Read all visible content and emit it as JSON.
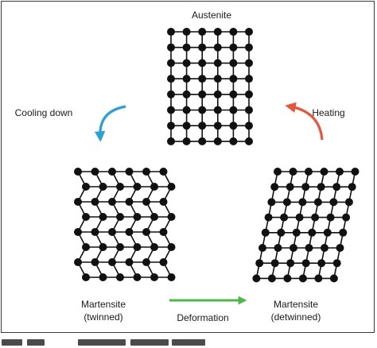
{
  "labels": {
    "austenite": "Austenite",
    "cooling": "Cooling down",
    "heating": "Heating",
    "martensite_twinned_line1": "Martensite",
    "martensite_twinned_line2": "(twinned)",
    "deformation": "Deformation",
    "martensite_detwinned_line1": "Martensite",
    "martensite_detwinned_line2": "(detwinned)"
  },
  "colors": {
    "atom": "#111111",
    "bond": "#111111",
    "cooling_arrow": "#2a9fd8",
    "heating_arrow": "#e8553a",
    "deformation_arrow": "#4cb848",
    "frame": "#3a3a3a"
  },
  "lattices": {
    "austenite": {
      "rows": 8,
      "cols": 6,
      "arrangement": "square"
    },
    "martensite_twinned": {
      "rows": 8,
      "cols": 6,
      "arrangement": "zigzag-twinned"
    },
    "martensite_detwinned": {
      "rows": 8,
      "cols": 6,
      "arrangement": "sheared"
    }
  }
}
